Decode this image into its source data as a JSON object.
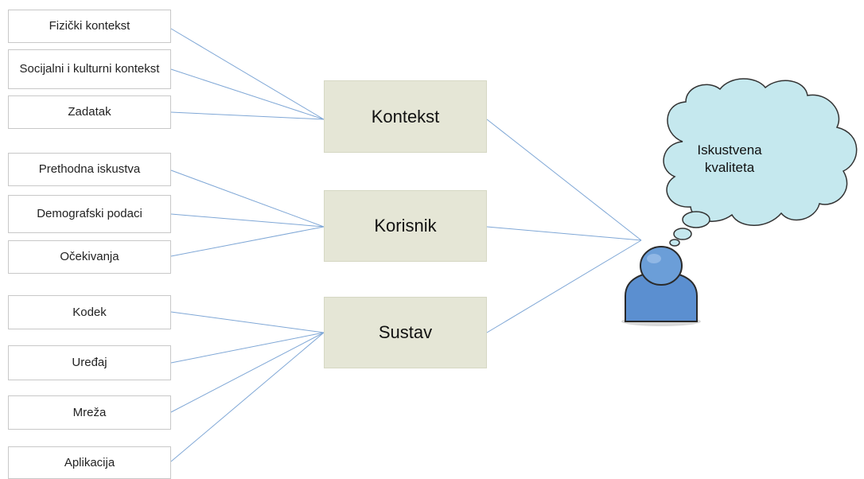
{
  "factors": {
    "fizicki": "Fizički kontekst",
    "socijalni": "Socijalni i kulturni kontekst",
    "zadatak": "Zadatak",
    "prethodna": "Prethodna iskustva",
    "demografski": "Demografski podaci",
    "ocekivanja": "Očekivanja",
    "kodek": "Kodek",
    "uredaj": "Uređaj",
    "mreza": "Mreža",
    "aplikacija": "Aplikacija"
  },
  "categories": {
    "kontekst": "Kontekst",
    "korisnik": "Korisnik",
    "sustav": "Sustav"
  },
  "cloud": {
    "text": "Iskustvena kvaliteta"
  },
  "colors": {
    "connector": "#7fa7d6",
    "category_fill": "#e5e6d6",
    "cloud_fill": "#c5e8ee",
    "user_fill": "#5b8fd0"
  }
}
